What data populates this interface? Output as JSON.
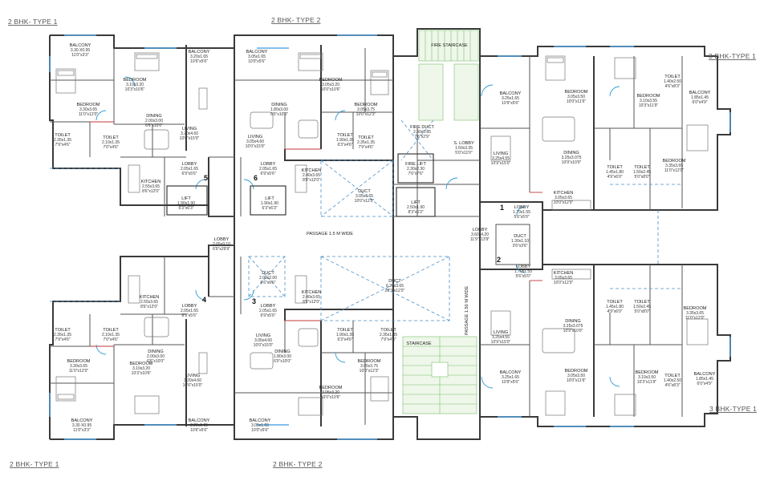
{
  "titles": {
    "tl": "2 BHK- TYPE 1",
    "tc": "2 BHK- TYPE 2",
    "bl": "2 BHK- TYPE 1",
    "bc": "2 BHK- TYPE 2",
    "tr": "3 BHK-TYPE 1",
    "br": "3 BHK-TYPE 1"
  },
  "rooms": {
    "tl_bal1": [
      "BALCONY",
      "3.30 X0.95",
      "11'0\"x3'3\""
    ],
    "tl_bal2": [
      "BALCONY",
      "3.20x1.65",
      "10'6\"x5'6\""
    ],
    "tl_bed1": [
      "BEDROOM",
      "3.30x3.65",
      "11'0\"x12'0\""
    ],
    "tl_bed2": [
      "BEDROOM",
      "3.10x3.20",
      "10'3\"x10'6\""
    ],
    "tl_din": [
      "DINING",
      "2.00x3.00",
      "6'6\"x10'0\""
    ],
    "tl_liv": [
      "LIVING",
      "3.20x4.60",
      "10'6\"x15'0\""
    ],
    "tl_t1": [
      "TOILET",
      "2.35x1.35",
      "7'9\"x4'6\""
    ],
    "tl_t2": [
      "TOILET",
      "2.10x1.35",
      "7'0\"x4'6\""
    ],
    "tl_kit": [
      "KITCHEN",
      "2.55x3.65",
      "8'6\"x12'0\""
    ],
    "tl_lob": [
      "LOBBY",
      "2.05x1.65",
      "6'9\"x5'6\""
    ],
    "lift_l": [
      "LIFT",
      "1.90x1.90",
      "6'3\"x6'3\""
    ],
    "tc_bal1": [
      "BALCONY",
      "3.05x1.65",
      "10'0\"x5'6\""
    ],
    "tc_bed1": [
      "BEDROOM",
      "3.05x3.20",
      "10'0\"x10'6\""
    ],
    "tc_bed2": [
      "BEDROOM",
      "3.05x3.75",
      "10'0\"x12'3\""
    ],
    "tc_din": [
      "DINING",
      "1.80x3.00",
      "6'0\"x10'0\""
    ],
    "tc_liv": [
      "LIVING",
      "3.05x4.60",
      "10'0\"x15'0\""
    ],
    "tc_t1": [
      "TOILET",
      "1.90x1.35",
      "6'3\"x4'6\""
    ],
    "tc_t2": [
      "TOILET",
      "2.35x1.35",
      "7'9\"x4'6\""
    ],
    "tc_kit": [
      "KITCHEN",
      "2.40x3.65",
      "8'0\"x12'0\""
    ],
    "tc_lob": [
      "LOBBY",
      "2.05x1.65",
      "6'9\"x5'6\""
    ],
    "lift_m": [
      "LIFT",
      "1.90x1.90",
      "6'3\"x6'3\""
    ],
    "duct_top": [
      "DUCT",
      "3.05x3.65",
      "10'0\"x12'0\""
    ],
    "fire_stair": [
      "FIRE STAIRCASE"
    ],
    "fire_duct": [
      "FIRE DUCT",
      "2.30x0.85",
      "7'6\"x2'9\""
    ],
    "fire_lift": [
      "FIRE LIFT",
      "2.30x2.30",
      "7'6\"x7'6\""
    ],
    "lift_r": [
      "LIFT",
      "2.50x1.90",
      "8'3\"x6'3\""
    ],
    "s_lobby": [
      "S. LOBBY",
      "1.50x3.35",
      "5'0\"x11'0\""
    ],
    "lobby_c": [
      "LOBBY",
      "2.05x9.10",
      "6'9\"x29'9\""
    ],
    "passage": [
      "PASSAGE 1.5 M WIDE"
    ],
    "passage_v": [
      "PASSAGE 1.50 M WIDE"
    ],
    "lobby_r": [
      "LOBBY",
      "3.60x4.20",
      "11'9\"x13'9\""
    ],
    "lobby_r1": [
      "LOBBY",
      "1.70x1.55",
      "5'6\"x5'0\""
    ],
    "lobby_r2": [
      "LOBBY",
      "1.70x1.55",
      "5'6\"x5'0\""
    ],
    "duct_r": [
      "DUCT",
      "1.30x1.10",
      "3'6\"x3'6\""
    ],
    "duct_mid": [
      "DUCT",
      "2.00x2.00",
      "6'6\"x6'6\""
    ],
    "duct_big": [
      "DUCT",
      "6.20x3.65",
      "20'3\"x12'0\""
    ],
    "staircase": [
      "STAIRCASE"
    ],
    "bl_kit": [
      "KITCHEN",
      "2.55x3.65",
      "8'6\"x12'0\""
    ],
    "bl_lob": [
      "LOBBY",
      "2.05x1.65",
      "6'9\"x5'6\""
    ],
    "bl_t1": [
      "TOILET",
      "2.35x1.35",
      "7'9\"x4'6\""
    ],
    "bl_t2": [
      "TOILET",
      "2.10x1.35",
      "7'0\"x4'6\""
    ],
    "bl_bed1": [
      "BEDROOM",
      "3.30x3.65",
      "11'0\"x12'0\""
    ],
    "bl_bed2": [
      "BEDROOM",
      "3.10x3.20",
      "10'3\"x10'6\""
    ],
    "bl_din": [
      "DINING",
      "2.00x3.00",
      "6'6\"x10'0\""
    ],
    "bl_liv": [
      "LIVING",
      "3.20x4.60",
      "10'6\"x15'0\""
    ],
    "bl_bal1": [
      "BALCONY",
      "3.30 X0.95",
      "11'0\"x3'3\""
    ],
    "bl_bal2": [
      "BALCONY",
      "3.20x1.65",
      "10'6\"x5'6\""
    ],
    "bc_kit": [
      "KITCHEN",
      "2.40x3.65",
      "8'0\"x12'0\""
    ],
    "bc_lob": [
      "LOBBY",
      "2.05x1.65",
      "6'9\"x5'6\""
    ],
    "bc_liv": [
      "LIVING",
      "3.05x4.60",
      "10'0\"x15'0\""
    ],
    "bc_din": [
      "DINING",
      "1.80x3.00",
      "6'0\"x10'0\""
    ],
    "bc_t1": [
      "TOILET",
      "1.90x1.35",
      "6'3\"x4'6\""
    ],
    "bc_t2": [
      "TOILET",
      "2.35x1.35",
      "7'9\"x4'6\""
    ],
    "bc_bed1": [
      "BEDROOM",
      "3.05x3.20",
      "10'0\"x10'6\""
    ],
    "bc_bed2": [
      "BEDROOM",
      "3.05x3.75",
      "10'0\"x12'3\""
    ],
    "bc_bal1": [
      "BALCONY",
      "3.05x1.65",
      "10'0\"x5'6\""
    ],
    "tr_bal1": [
      "BALCONY",
      "3.25x1.65",
      "10'9\"x5'6\""
    ],
    "tr_bed1": [
      "BEDROOM",
      "3.05x3.50",
      "10'0\"x11'6\""
    ],
    "tr_bed2": [
      "BEDROOM",
      "3.10x3.55",
      "10'3\"x11'9\""
    ],
    "tr_t1": [
      "TOILET",
      "1.40x2.50",
      "4'6\"x8'3\""
    ],
    "tr_bal2": [
      "BALCONY",
      "1.85x1.45",
      "6'0\"x4'9\""
    ],
    "tr_liv": [
      "LIVING",
      "3.25x4.55",
      "10'9\"x15'0\""
    ],
    "tr_din": [
      "DINING",
      "3.25x3.075",
      "10'9\"x10'0\""
    ],
    "tr_t2": [
      "TOILET",
      "1.45x1.80",
      "4'9\"x6'0\""
    ],
    "tr_t3": [
      "TOILET",
      "1.50x2.45",
      "5'0\"x8'0\""
    ],
    "tr_bed3": [
      "BEDROOM",
      "3.35x3.65",
      "11'0\"x12'0\""
    ],
    "tr_kit": [
      "KITCHEN",
      "3.05x3.65",
      "10'0\"x12'0\""
    ],
    "br_kit": [
      "KITCHEN",
      "3.05x3.65",
      "10'0\"x12'0\""
    ],
    "br_t2": [
      "TOILET",
      "1.45x1.80",
      "4'9\"x6'0\""
    ],
    "br_t3": [
      "TOILET",
      "1.50x2.45",
      "5'0\"x8'0\""
    ],
    "br_bed3": [
      "BEDROOM",
      "3.35x3.65",
      "11'0\"x12'0\""
    ],
    "br_liv": [
      "LIVING",
      "3.25x4.55",
      "10'9\"x15'0\""
    ],
    "br_din": [
      "DINING",
      "3.25x3.075",
      "10'9\"x10'0\""
    ],
    "br_bal1": [
      "BALCONY",
      "3.25x1.65",
      "10'9\"x5'6\""
    ],
    "br_bed1": [
      "BEDROOM",
      "3.05x3.50",
      "10'0\"x11'6\""
    ],
    "br_bed2": [
      "BEDROOM",
      "3.10x3.50",
      "10'3\"x11'9\""
    ],
    "br_t1": [
      "TOILET",
      "1.40x2.50",
      "4'6\"x8'3\""
    ],
    "br_bal2": [
      "BALCONY",
      "1.85x1.45",
      "6'0\"x4'9\""
    ]
  },
  "numbers": {
    "n1": "1",
    "n2": "2",
    "n3": "3",
    "n4": "4",
    "n5": "5",
    "n6": "6"
  },
  "colors": {
    "wall": "#3a3a3a",
    "door": "#2f9bd6",
    "window": "#5aa9e6",
    "duct": "#4a90c8",
    "stair": "#7bbf6a",
    "red": "#c23a3a"
  }
}
